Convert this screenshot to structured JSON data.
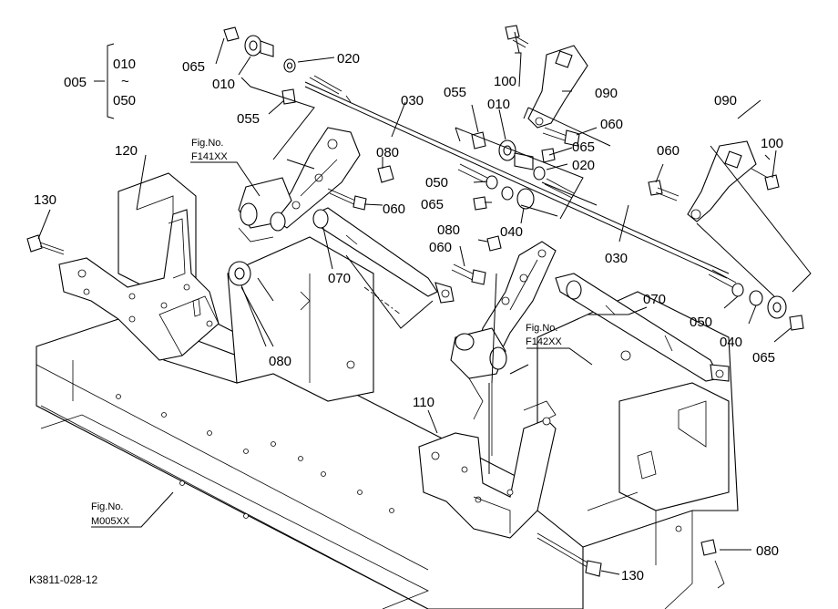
{
  "callouts": {
    "c005": "005",
    "c010_range": "010",
    "c_tilde": "~",
    "c050_range": "050",
    "c065_a": "065",
    "c010_a": "010",
    "c020_a": "020",
    "c055_a": "055",
    "c030_a": "030",
    "c055_b": "055",
    "c010_b": "010",
    "c100_a": "100",
    "c090_a": "090",
    "c060_a": "060",
    "c065_b": "065",
    "c020_b": "020",
    "c090_b": "090",
    "c060_b": "060",
    "c100_b": "100",
    "c120": "120",
    "c080_a": "080",
    "c060_c": "060",
    "c050_a": "050",
    "c065_c": "065",
    "c040_a": "040",
    "c130_a": "130",
    "c080_b": "080",
    "c060_d": "060",
    "c070_a": "070",
    "c030_b": "030",
    "c070_b": "070",
    "c050_b": "050",
    "c040_b": "040",
    "c065_d": "065",
    "c080_c": "080",
    "c110": "110",
    "c080_d": "080",
    "c130_b": "130"
  },
  "fig_refs": {
    "f141_title": "Fig.No.",
    "f141_code": "F141XX",
    "f142_title": "Fig.No.",
    "f142_code": "F142XX",
    "m005_title": "Fig.No.",
    "m005_code": "M005XX"
  },
  "drawing_code": "K3811-028-12"
}
